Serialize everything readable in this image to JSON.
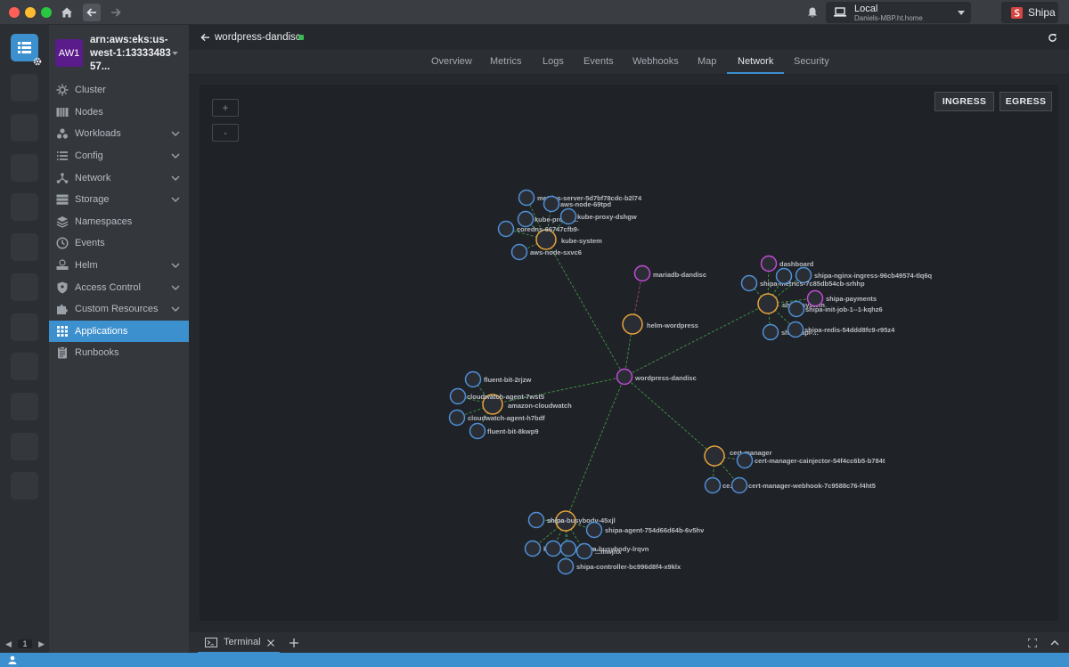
{
  "titlebar": {
    "context_name": "Local",
    "context_host": "Daniels-MBP.ht.home",
    "shipa_label": "Shipa"
  },
  "hotbar": {
    "page": "1"
  },
  "sidebar": {
    "cluster_badge": "AW1",
    "cluster_name": "arn:aws:eks:us-west-1:1333348357...",
    "items": [
      {
        "label": "Cluster",
        "icon": "cluster-icon",
        "expandable": false
      },
      {
        "label": "Nodes",
        "icon": "nodes-icon",
        "expandable": false
      },
      {
        "label": "Workloads",
        "icon": "workloads-icon",
        "expandable": true
      },
      {
        "label": "Config",
        "icon": "config-icon",
        "expandable": true
      },
      {
        "label": "Network",
        "icon": "network-icon",
        "expandable": true
      },
      {
        "label": "Storage",
        "icon": "storage-icon",
        "expandable": true
      },
      {
        "label": "Namespaces",
        "icon": "namespaces-icon",
        "expandable": false
      },
      {
        "label": "Events",
        "icon": "events-icon",
        "expandable": false
      },
      {
        "label": "Helm",
        "icon": "helm-icon",
        "expandable": true
      },
      {
        "label": "Access Control",
        "icon": "shield-icon",
        "expandable": true
      },
      {
        "label": "Custom Resources",
        "icon": "puzzle-icon",
        "expandable": true
      },
      {
        "label": "Applications",
        "icon": "grid-icon",
        "expandable": false,
        "active": true
      },
      {
        "label": "Runbooks",
        "icon": "clipboard-icon",
        "expandable": false
      }
    ]
  },
  "main": {
    "app_title": "wordpress-dandisc",
    "tabs": [
      "Overview",
      "Metrics",
      "Logs",
      "Events",
      "Webhooks",
      "Map",
      "Network",
      "Security"
    ],
    "active_tab": "Network",
    "zoom_in": "+",
    "zoom_out": "-",
    "ingress_label": "INGRESS",
    "egress_label": "EGRESS",
    "terminal_label": "Terminal"
  },
  "colors": {
    "accent": "#3d90ce",
    "node_blue": "#4f8fd6",
    "node_orange": "#e8a33a",
    "node_purple": "#c24ad6",
    "edge_green": "#4caf50",
    "edge_pink": "#c44f8e"
  },
  "graph": {
    "nodes": [
      {
        "id": "wordpress-dandisc",
        "label": "wordpress-dandisc",
        "kind": "purple"
      },
      {
        "id": "helm-wordpress",
        "label": "helm-wordpress",
        "kind": "orange"
      },
      {
        "id": "mariadb-dandisc",
        "label": "mariadb-dandisc",
        "kind": "purple"
      },
      {
        "id": "kube-system",
        "label": "kube-system",
        "kind": "orange"
      },
      {
        "id": "metrics-server",
        "label": "metrics-server-5d7bf78cdc-b2l74",
        "kind": "blue"
      },
      {
        "id": "aws-node-69tpd",
        "label": "aws-node-69tpd",
        "kind": "blue"
      },
      {
        "id": "kube-proxy-a",
        "label": "kube-proxy-...",
        "kind": "blue"
      },
      {
        "id": "kube-proxy-dshgw",
        "label": "kube-proxy-dshgw",
        "kind": "blue"
      },
      {
        "id": "coredns",
        "label": "coredns-66747cfb9-",
        "kind": "blue"
      },
      {
        "id": "aws-node-sxvc6",
        "label": "aws-node-sxvc6",
        "kind": "blue"
      },
      {
        "id": "shipa-system",
        "label": "shipa-system",
        "kind": "orange"
      },
      {
        "id": "dashboard",
        "label": "dashboard",
        "kind": "purple"
      },
      {
        "id": "shipa-ingress",
        "label": "shipa-nginx-ingress-96cb49574-tlq6q",
        "kind": "blue"
      },
      {
        "id": "shipa-metrics",
        "label": "shipa-metrics-7c85db54cb-srhhp",
        "kind": "blue"
      },
      {
        "id": "shipa-x",
        "label": "",
        "kind": "blue"
      },
      {
        "id": "shipa-payments",
        "label": "shipa-payments",
        "kind": "purple"
      },
      {
        "id": "shipa-init-job",
        "label": "shipa-init-job-1--1-kqhz6",
        "kind": "blue"
      },
      {
        "id": "shipa-api",
        "label": "shipa-api-...",
        "kind": "blue"
      },
      {
        "id": "shipa-redis",
        "label": "shipa-redis-54ddd8fc9-r95z4",
        "kind": "blue"
      },
      {
        "id": "amazon-cloudwatch",
        "label": "amazon-cloudwatch",
        "kind": "orange"
      },
      {
        "id": "fluent-bit-2rjzw",
        "label": "fluent-bit-2rjzw",
        "kind": "blue"
      },
      {
        "id": "cloudwatch-agent-7wst5",
        "label": "cloudwatch-agent-7wst5",
        "kind": "blue"
      },
      {
        "id": "cloudwatch-agent-h7bdf",
        "label": "cloudwatch-agent-h7bdf",
        "kind": "blue"
      },
      {
        "id": "fluent-bit-8kwp9",
        "label": "fluent-bit-8kwp9",
        "kind": "blue"
      },
      {
        "id": "cert-manager",
        "label": "cert-manager",
        "kind": "orange"
      },
      {
        "id": "cert-manager-cainjector",
        "label": "cert-manager-cainjector-54f4cc6b5-b784t",
        "kind": "blue"
      },
      {
        "id": "cert-manager-pod",
        "label": "ce...",
        "kind": "blue"
      },
      {
        "id": "cert-manager-webhook",
        "label": "cert-manager-webhook-7c9588c76-f4ht5",
        "kind": "blue"
      },
      {
        "id": "shipa",
        "label": "shipa",
        "kind": "orange"
      },
      {
        "id": "shipa-busybody",
        "label": "shipa-busybody-45xjl",
        "kind": "blue"
      },
      {
        "id": "shipa-agent",
        "label": "shipa-agent-754d66d64b-6v5hv",
        "kind": "blue"
      },
      {
        "id": "ketch-controller",
        "label": "ketch-controller-...",
        "kind": "blue"
      },
      {
        "id": "shipa-b2",
        "label": "",
        "kind": "blue"
      },
      {
        "id": "shipa-busybody-2",
        "label": "shipa-busybody-lrqvn",
        "kind": "blue"
      },
      {
        "id": "shipa-b4",
        "label": "...mwjhx",
        "kind": "blue"
      },
      {
        "id": "shipa-controller",
        "label": "shipa-controller-bc996d8f4-x9klx",
        "kind": "blue"
      }
    ]
  }
}
